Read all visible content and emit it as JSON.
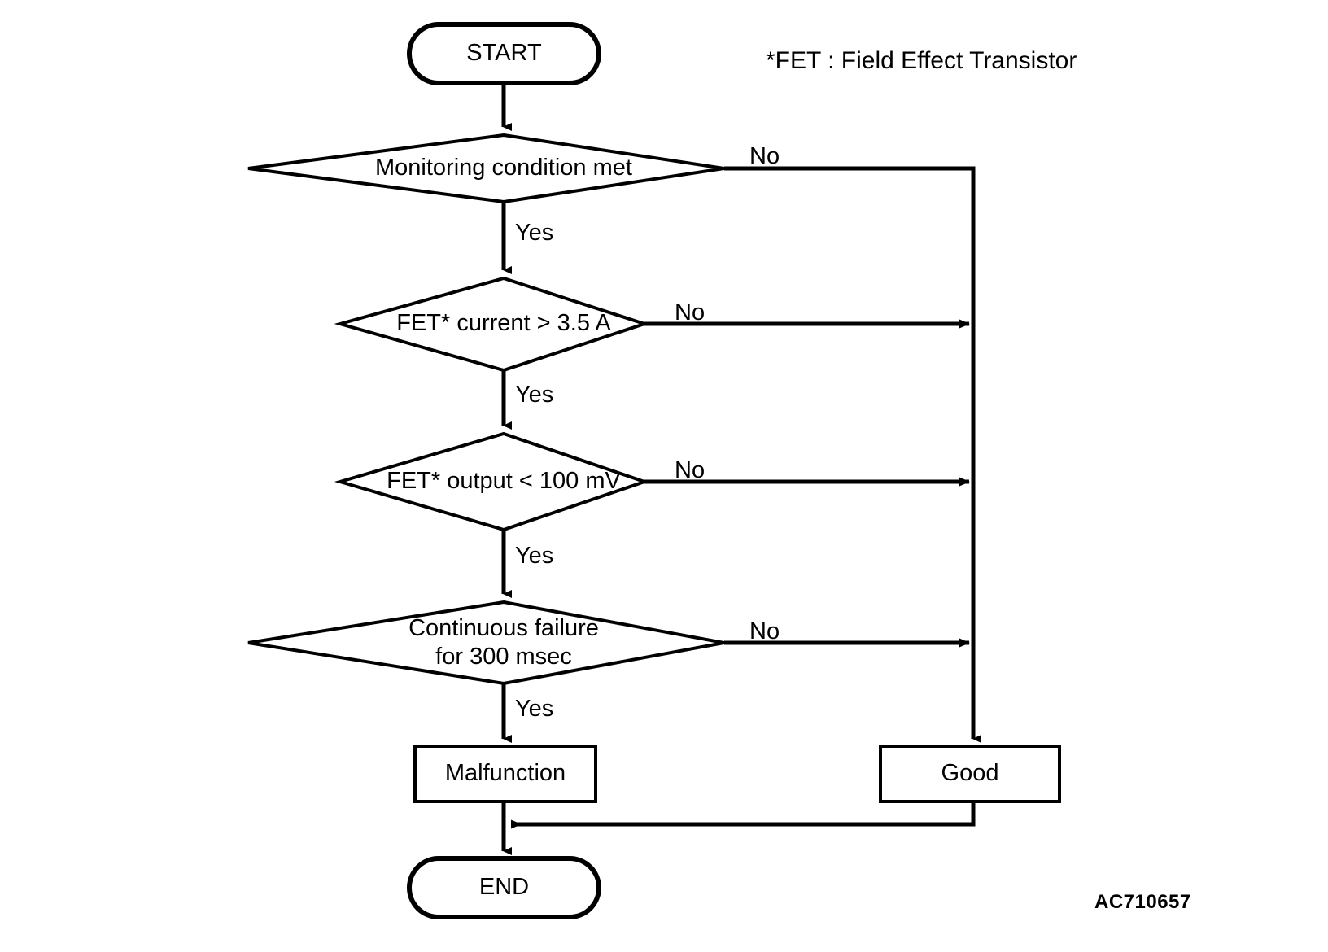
{
  "diagram": {
    "title_note": "*FET : Field Effect Transistor",
    "reference_code": "AC710657",
    "stroke_color": "#000000",
    "background_color": "#ffffff"
  },
  "nodes": {
    "start": {
      "label": "START",
      "shape": "terminator"
    },
    "decision1": {
      "label": "Monitoring condition met",
      "shape": "decision"
    },
    "decision2": {
      "label": "FET* current > 3.5 A",
      "shape": "decision"
    },
    "decision3": {
      "label": "FET* output < 100 mV",
      "shape": "decision"
    },
    "decision4": {
      "label": "Continuous failure\nfor 300 msec",
      "shape": "decision"
    },
    "malfunction": {
      "label": "Malfunction",
      "shape": "process"
    },
    "good": {
      "label": "Good",
      "shape": "process"
    },
    "end": {
      "label": "END",
      "shape": "terminator"
    }
  },
  "edge_labels": {
    "d1_no": "No",
    "d1_yes": "Yes",
    "d2_no": "No",
    "d2_yes": "Yes",
    "d3_no": "No",
    "d3_yes": "Yes",
    "d4_no": "No",
    "d4_yes": "Yes"
  }
}
